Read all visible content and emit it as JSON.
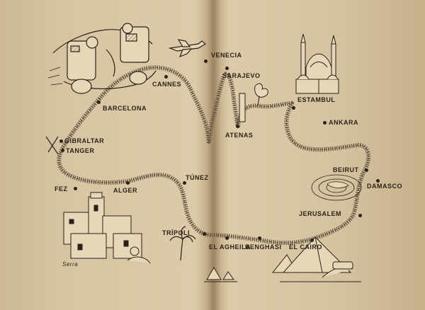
{
  "map": {
    "cities": [
      {
        "key": "barcelona",
        "label": "BARCELONA"
      },
      {
        "key": "cannes",
        "label": "CANNES"
      },
      {
        "key": "venecia",
        "label": "VENECIA"
      },
      {
        "key": "sarajevo",
        "label": "SARAJEVO"
      },
      {
        "key": "estambul",
        "label": "ESTAMBUL"
      },
      {
        "key": "ankara",
        "label": "ANKARA"
      },
      {
        "key": "atenas",
        "label": "ATENAS"
      },
      {
        "key": "gibraltar",
        "label": "GIBRALTAR"
      },
      {
        "key": "tanger",
        "label": "TANGER"
      },
      {
        "key": "fez",
        "label": "FEZ"
      },
      {
        "key": "alger",
        "label": "ALGER"
      },
      {
        "key": "tunez",
        "label": "TÚNEZ"
      },
      {
        "key": "beirut",
        "label": "BEIRUT"
      },
      {
        "key": "damasco",
        "label": "DAMASCO"
      },
      {
        "key": "jerusalem",
        "label": "JERUSALEM"
      },
      {
        "key": "tripoli",
        "label": "TRÍPOLI"
      },
      {
        "key": "elagheila",
        "label": "EL AGHEILA"
      },
      {
        "key": "benghasi",
        "label": "BENGHASI"
      },
      {
        "key": "elcairo",
        "label": "EL CAIRO"
      }
    ],
    "signature": "Serra",
    "colors": {
      "ink": "#2b2218",
      "paper": "#d8c6a3",
      "route": "#6e5f4a"
    }
  }
}
